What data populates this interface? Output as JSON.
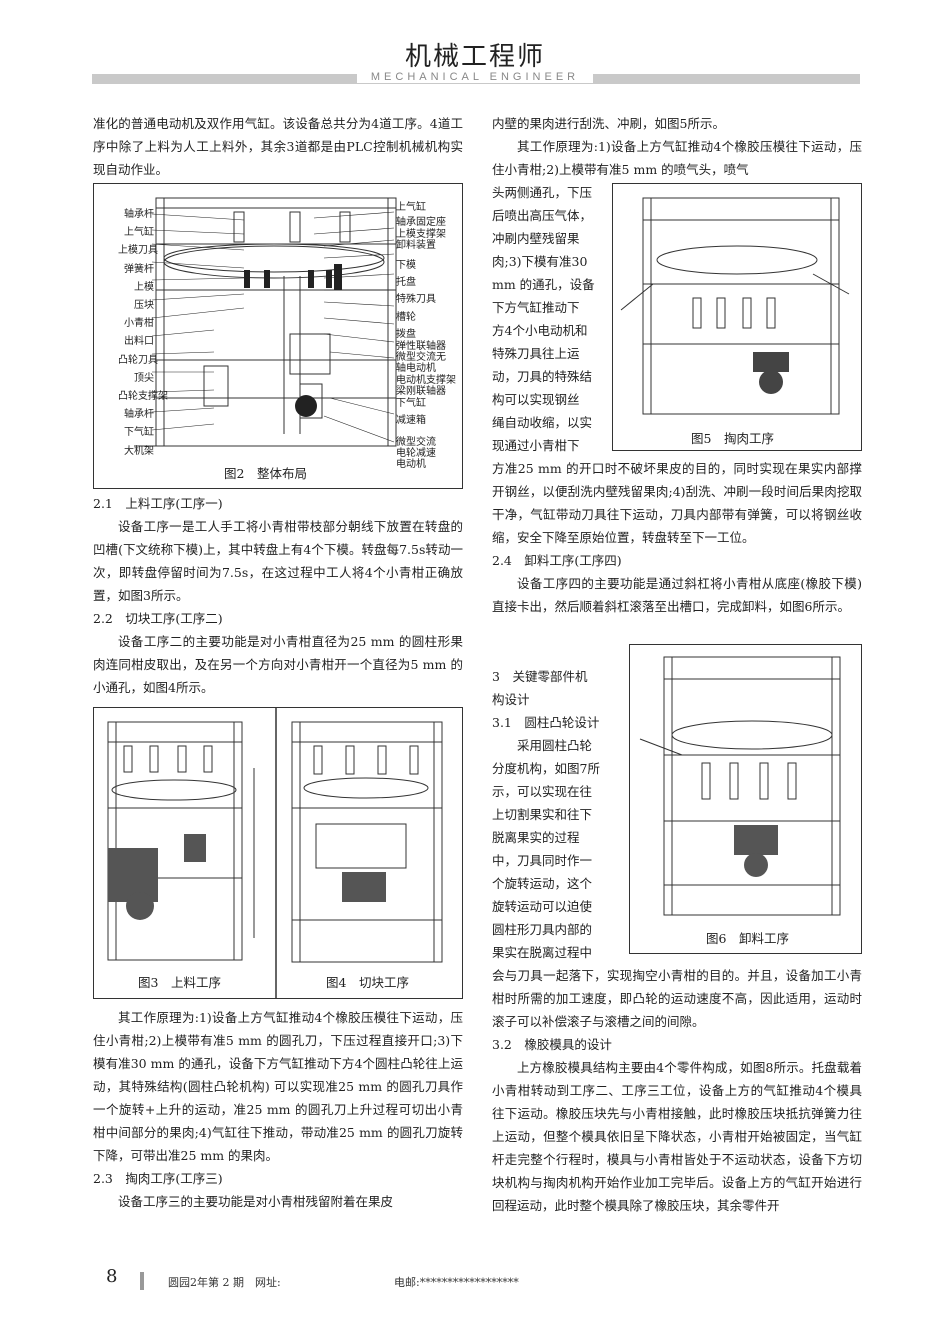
{
  "header": {
    "title": "机械工程师",
    "subtitle": "MECHANICAL   ENGINEER"
  },
  "left": {
    "p1": "准化的普通电动机及双作用气缸。该设备总共分为4道工序。4道工序中除了上料为人工上料外，其余3道都是由PLC控制机械机构实现自动作业。",
    "fig2": {
      "caption": "图2　整体布局",
      "labels_left": [
        "轴承杆",
        "上气缸",
        "上模刀具",
        "弹簧杆",
        "上模",
        "压块",
        "小青柑",
        "出料口",
        "凸轮刀具",
        "顶尖",
        "凸轮支撑架",
        "轴承杆",
        "下气缸",
        "大机架"
      ],
      "labels_right": [
        "上气缸",
        "轴承固定座",
        "上模支撑架",
        "卸料装置",
        "下模",
        "托盘",
        "特殊刀具",
        "槽轮",
        "拨盘",
        "弹性联轴器",
        "微型交流无",
        "轴电动机",
        "电动机支撑架",
        "梁刚联轴器",
        "下气缸",
        "减速箱",
        "微型交流",
        "电轮减速",
        "电动机"
      ]
    },
    "s21_title": "2.1　上料工序(工序一)",
    "s21_p": "设备工序一是工人手工将小青柑带枝部分朝线下放置在转盘的凹槽(下文统称下模)上，其中转盘上有4个下模。转盘每7.5s转动一次，即转盘停留时间为7.5s，在这过程中工人将4个小青柑正确放置，如图3所示。",
    "s22_title": "2.2　切块工序(工序二)",
    "s22_p": "设备工序二的主要功能是对小青柑直径为25 mm 的圆柱形果肉连同柑皮取出，及在另一个方向对小青柑开一个直径为5 mm 的小通孔，如图4所示。",
    "fig3_caption": "图3　上料工序",
    "fig4_caption": "图4　切块工序",
    "p_work": "其工作原理为:1)设备上方气缸推动4个橡胶压模往下运动，压住小青柑;2)上模带有准5 mm 的圆孔刀，下压过程直接开口;3)下模有准30 mm 的通孔，设备下方气缸推动下方4个圆柱凸轮往上运动，其特殊结构(圆柱凸轮机构) 可以实现准25 mm 的圆孔刀具作一个旋转+上升的运动，准25 mm 的圆孔刀上升过程可切出小青柑中间部分的果肉;4)气缸往下推动，带动准25 mm 的圆孔刀旋转下降，可带出准25 mm 的果肉。",
    "s23_title": "2.3　掏肉工序(工序三)",
    "s23_p": "设备工序三的主要功能是对小青柑残留附着在果皮"
  },
  "right": {
    "p0": "内壁的果肉进行刮洗、冲刷，如图5所示。",
    "p1a": "其工作原理为:1)设备上方气缸推动4个橡胶压模往下运动，压住小青柑;2)上模带有准5 mm 的喷气头，喷气",
    "p1b_lines": [
      "头两侧通孔，下压",
      "后喷出高压气体，",
      "冲刷内壁残留果",
      "肉;3)下模有准30",
      "mm 的通孔，设备",
      "下方气缸推动下",
      "方4个小电动机和",
      "特殊刀具往上运",
      "动，刀具的特殊结",
      "构可以实现钢丝",
      "绳自动收缩，以实",
      "现通过小青柑下"
    ],
    "p1c": "方准25 mm 的开口时不破坏果皮的目的，同时实现在果实内部撑开钢丝，以便刮洗内壁残留果肉;4)刮洗、冲刷一段时间后果肉挖取干净，气缸带动刀具往下运动，刀具内部带有弹簧，可以将钢丝收缩，安全下降至原始位置，转盘转至下一工位。",
    "fig5_caption": "图5　掏肉工序",
    "s24_title": "2.4　卸料工序(工序四)",
    "s24_p": "设备工序四的主要功能是通过斜杠将小青柑从底座(橡胶下模)直接卡出，然后顺着斜杠滚落至出槽口，完成卸料，如图6所示。",
    "s3_lines": [
      "3　关键零部件机",
      "构设计"
    ],
    "s31_title": "3.1　圆柱凸轮设计",
    "s31_lines": [
      "采用圆柱凸轮",
      "分度机构，如图7所",
      "示，可以实现在往",
      "上切割果实和往下",
      "脱离果实的过程",
      "中，刀具同时作一",
      "个旋转运动，这个",
      "旋转运动可以迫使",
      "圆柱形刀具内部的",
      "果实在脱离过程中"
    ],
    "s31_cont": "会与刀具一起落下，实现掏空小青柑的目的。并且，设备加工小青柑时所需的加工速度，即凸轮的运动速度不高，因此适用，运动时滚子可以补偿滚子与滚槽之间的间隙。",
    "fig6_caption": "图6　卸料工序",
    "s32_title": "3.2　橡胶模具的设计",
    "s32_p": "上方橡胶模具结构主要由4个零件构成，如图8所示。托盘载着小青柑转动到工序二、工序三工位，设备上方的气缸推动4个模具往下运动。橡胶压块先与小青柑接触，此时橡胶压块抵抗弹簧力往上运动，但整个模具依旧呈下降状态，小青柑开始被固定，当气缸杆走完整个行程时，模具与小青柑皆处于不运动状态，设备下方切块机构与掏肉机构开始作业加工完毕后。设备上方的气缸开始进行回程运动，此时整个模具除了橡胶压块，其余零件开"
  },
  "footer": {
    "page": "8",
    "issue": "圆园2年第 2 期　网址:",
    "email": "电邮:******************"
  }
}
